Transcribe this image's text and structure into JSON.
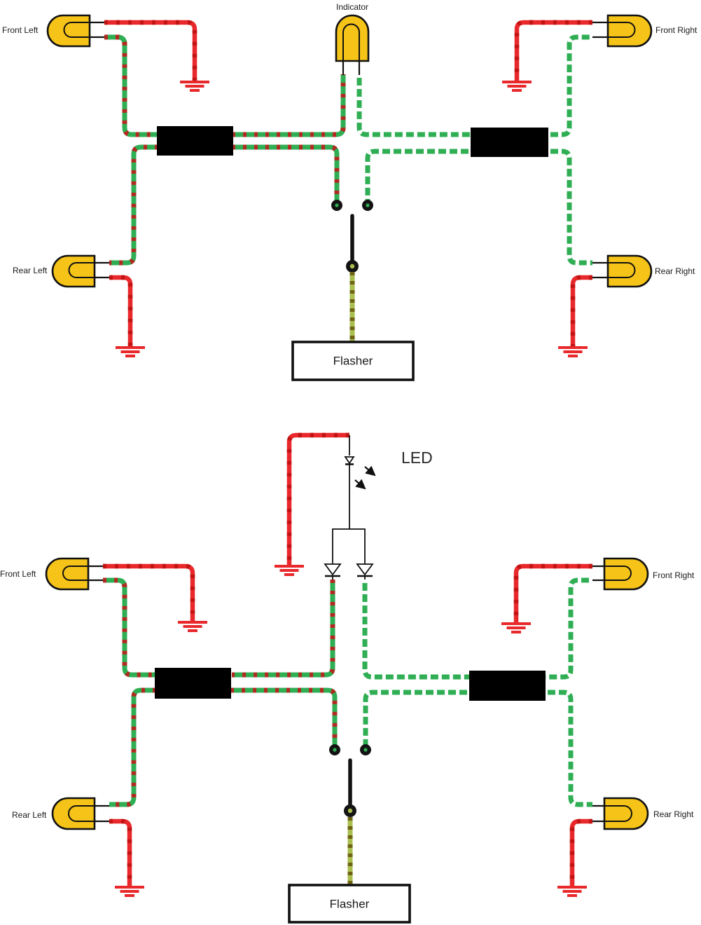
{
  "top_diagram": {
    "front_left": "Front Left",
    "indicator": "Indicator",
    "front_right": "Front Right",
    "rear_left": "Rear Left",
    "rear_right": "Rear Right",
    "flasher": "Flasher"
  },
  "bottom_diagram": {
    "front_left": "Front Left",
    "led": "LED",
    "front_right": "Front Right",
    "rear_left": "Rear Left",
    "rear_right": "Rear Right",
    "flasher": "Flasher"
  },
  "colors": {
    "bulb_fill": "#F6C318",
    "wire_green": "#2FAE54",
    "stripe_red": "#B02A20",
    "stripe_white": "#FFFFFF",
    "wire_red": "#E8282B",
    "flasher_wire": "#A9BE4E",
    "flasher_wire_dash": "#6E6414",
    "component_black": "#000000",
    "ground_red": "#E8282B"
  }
}
